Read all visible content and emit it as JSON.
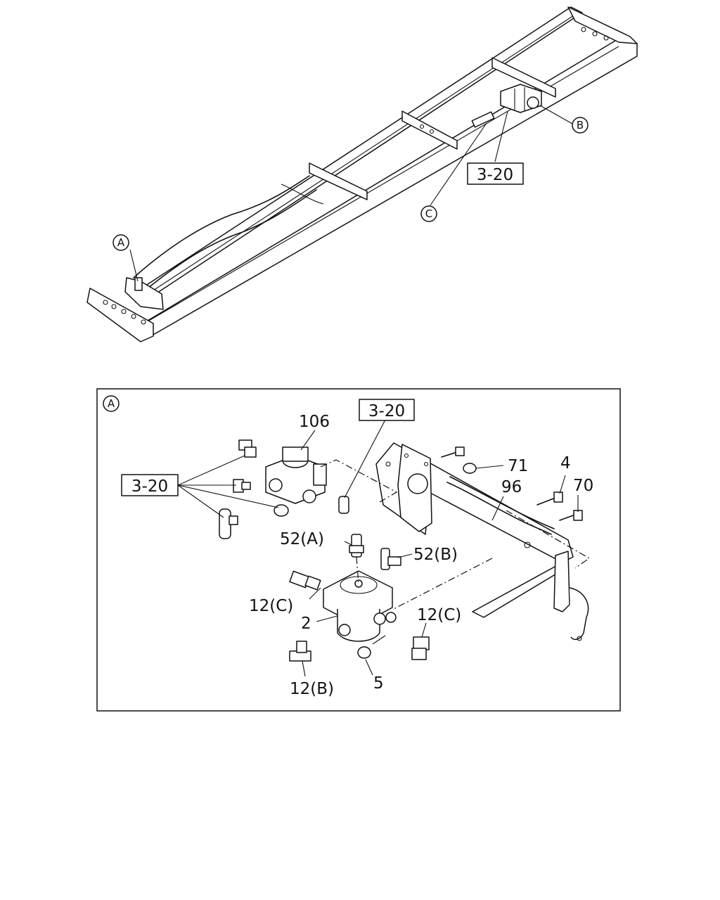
{
  "overview": {
    "callouts": {
      "a": "A",
      "b": "B",
      "c": "C"
    },
    "ref_3_20": "3-20"
  },
  "detail": {
    "panel_label": "A",
    "refs": {
      "left": "3-20",
      "top": "3-20"
    },
    "parts": {
      "p106": "106",
      "p71": "71",
      "p4": "4",
      "p70": "70",
      "p96": "96",
      "p52a": "52(A)",
      "p52b": "52(B)",
      "p12c_left": "12(C)",
      "p2": "2",
      "p12c_right": "12(C)",
      "p12b": "12(B)",
      "p5": "5"
    }
  }
}
